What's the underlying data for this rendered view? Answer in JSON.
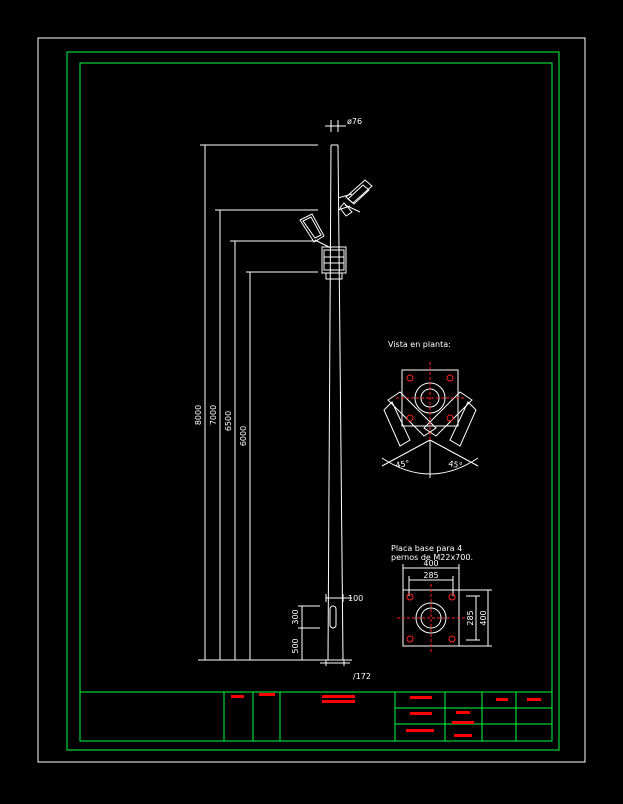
{
  "colors": {
    "paper": "#000000",
    "frame": "#00ff40",
    "lines": "#ffffff",
    "axis": "#ff2020",
    "titleblock_text": "#ff0000"
  },
  "dims": {
    "tube_diameter": "ø76",
    "h8000": "8000",
    "h7000": "7000",
    "h6500": "6500",
    "h6000": "6000",
    "h300": "300",
    "h500": "500",
    "w100": "100",
    "base_ref": "/172"
  },
  "plan_view": {
    "title": "Vista en planta:",
    "angle_left": "45°",
    "angle_right": "45°"
  },
  "base_plate": {
    "title_line1": "Placa base para 4",
    "title_line2": "pernos de M22x700.",
    "w400": "400",
    "w285": "285",
    "h285": "285",
    "h400": "400"
  }
}
